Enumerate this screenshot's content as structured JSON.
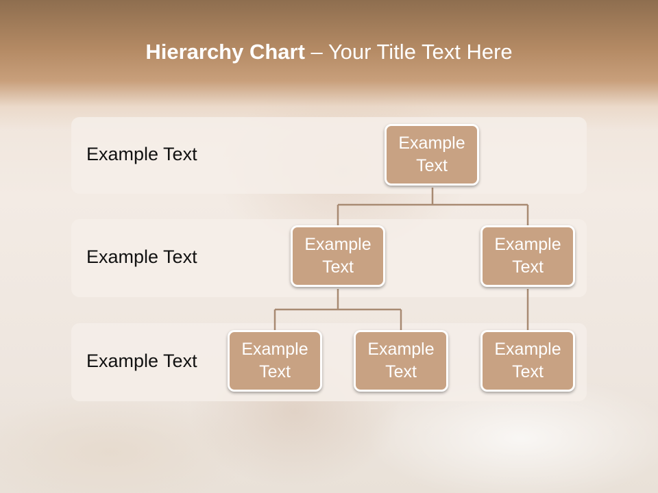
{
  "title": {
    "bold": "Hierarchy Chart",
    "dash": " – ",
    "rest": "Your Title Text Here"
  },
  "rows": [
    {
      "label": "Example Text"
    },
    {
      "label": "Example Text"
    },
    {
      "label": "Example Text"
    }
  ],
  "nodes": {
    "root": {
      "line1": "Example",
      "line2": "Text"
    },
    "mid_left": {
      "line1": "Example",
      "line2": "Text"
    },
    "mid_right": {
      "line1": "Example",
      "line2": "Text"
    },
    "bot_1": {
      "line1": "Example",
      "line2": "Text"
    },
    "bot_2": {
      "line1": "Example",
      "line2": "Text"
    },
    "bot_3": {
      "line1": "Example",
      "line2": "Text"
    }
  },
  "colors": {
    "node_fill": "#c8a283",
    "connector": "#a88a72",
    "title_band": "#a27b58"
  }
}
